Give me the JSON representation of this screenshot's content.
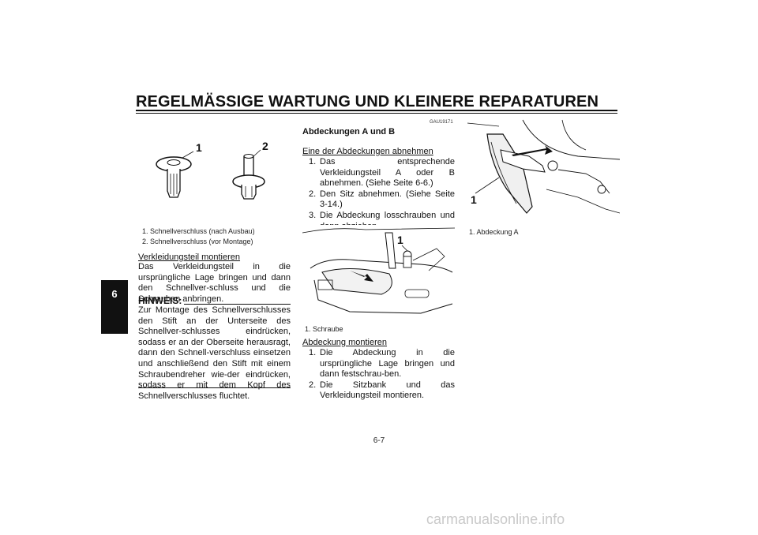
{
  "header": {
    "title": "REGELMÄSSIGE WARTUNG UND KLEINERE REPARATUREN"
  },
  "chapter_tab": "6",
  "left_column": {
    "figure_labels": [
      "1",
      "2"
    ],
    "captions": [
      "1. Schnellverschluss (nach Ausbau)",
      "2. Schnellverschluss (vor Montage)"
    ],
    "subheading": "Verkleidungsteil montieren",
    "paragraph": "Das Verkleidungsteil in die ursprüngliche Lage bringen und dann den Schnellver-schluss und die Schrauben anbringen.",
    "note_label": "HINWEIS:",
    "note_text": "Zur Montage des Schnellverschlusses den Stift an der Unterseite des Schnellver-schlusses eindrücken, sodass er an der Oberseite herausragt, dann den Schnell-verschluss einsetzen und anschließend den Stift mit einem Schraubendreher wie-der eindrücken, sodass er mit dem Kopf des Schnellverschlusses fluchtet."
  },
  "middle_column": {
    "code": "GAU19171",
    "heading": "Abdeckungen A und B",
    "removal_heading": "Eine der Abdeckungen abnehmen",
    "removal_steps": [
      {
        "num": "1.",
        "text": "Das entsprechende Verkleidungsteil A oder B abnehmen. (Siehe Seite 6-6.)"
      },
      {
        "num": "2.",
        "text": "Den Sitz abnehmen. (Siehe Seite 3-14.)"
      },
      {
        "num": "3.",
        "text": "Die Abdeckung losschrauben und dann abziehen."
      }
    ],
    "figure_label": "1",
    "caption": "1. Schraube",
    "install_heading": "Abdeckung montieren",
    "install_steps": [
      {
        "num": "1.",
        "text": "Die Abdeckung in die ursprüngliche Lage bringen und dann festschrau-ben."
      },
      {
        "num": "2.",
        "text": "Die Sitzbank und das Verkleidungsteil montieren."
      }
    ]
  },
  "right_column": {
    "figure_label": "1",
    "caption": "1. Abdeckung A"
  },
  "page_number": "6-7",
  "watermark": "carmanualsonline.info"
}
